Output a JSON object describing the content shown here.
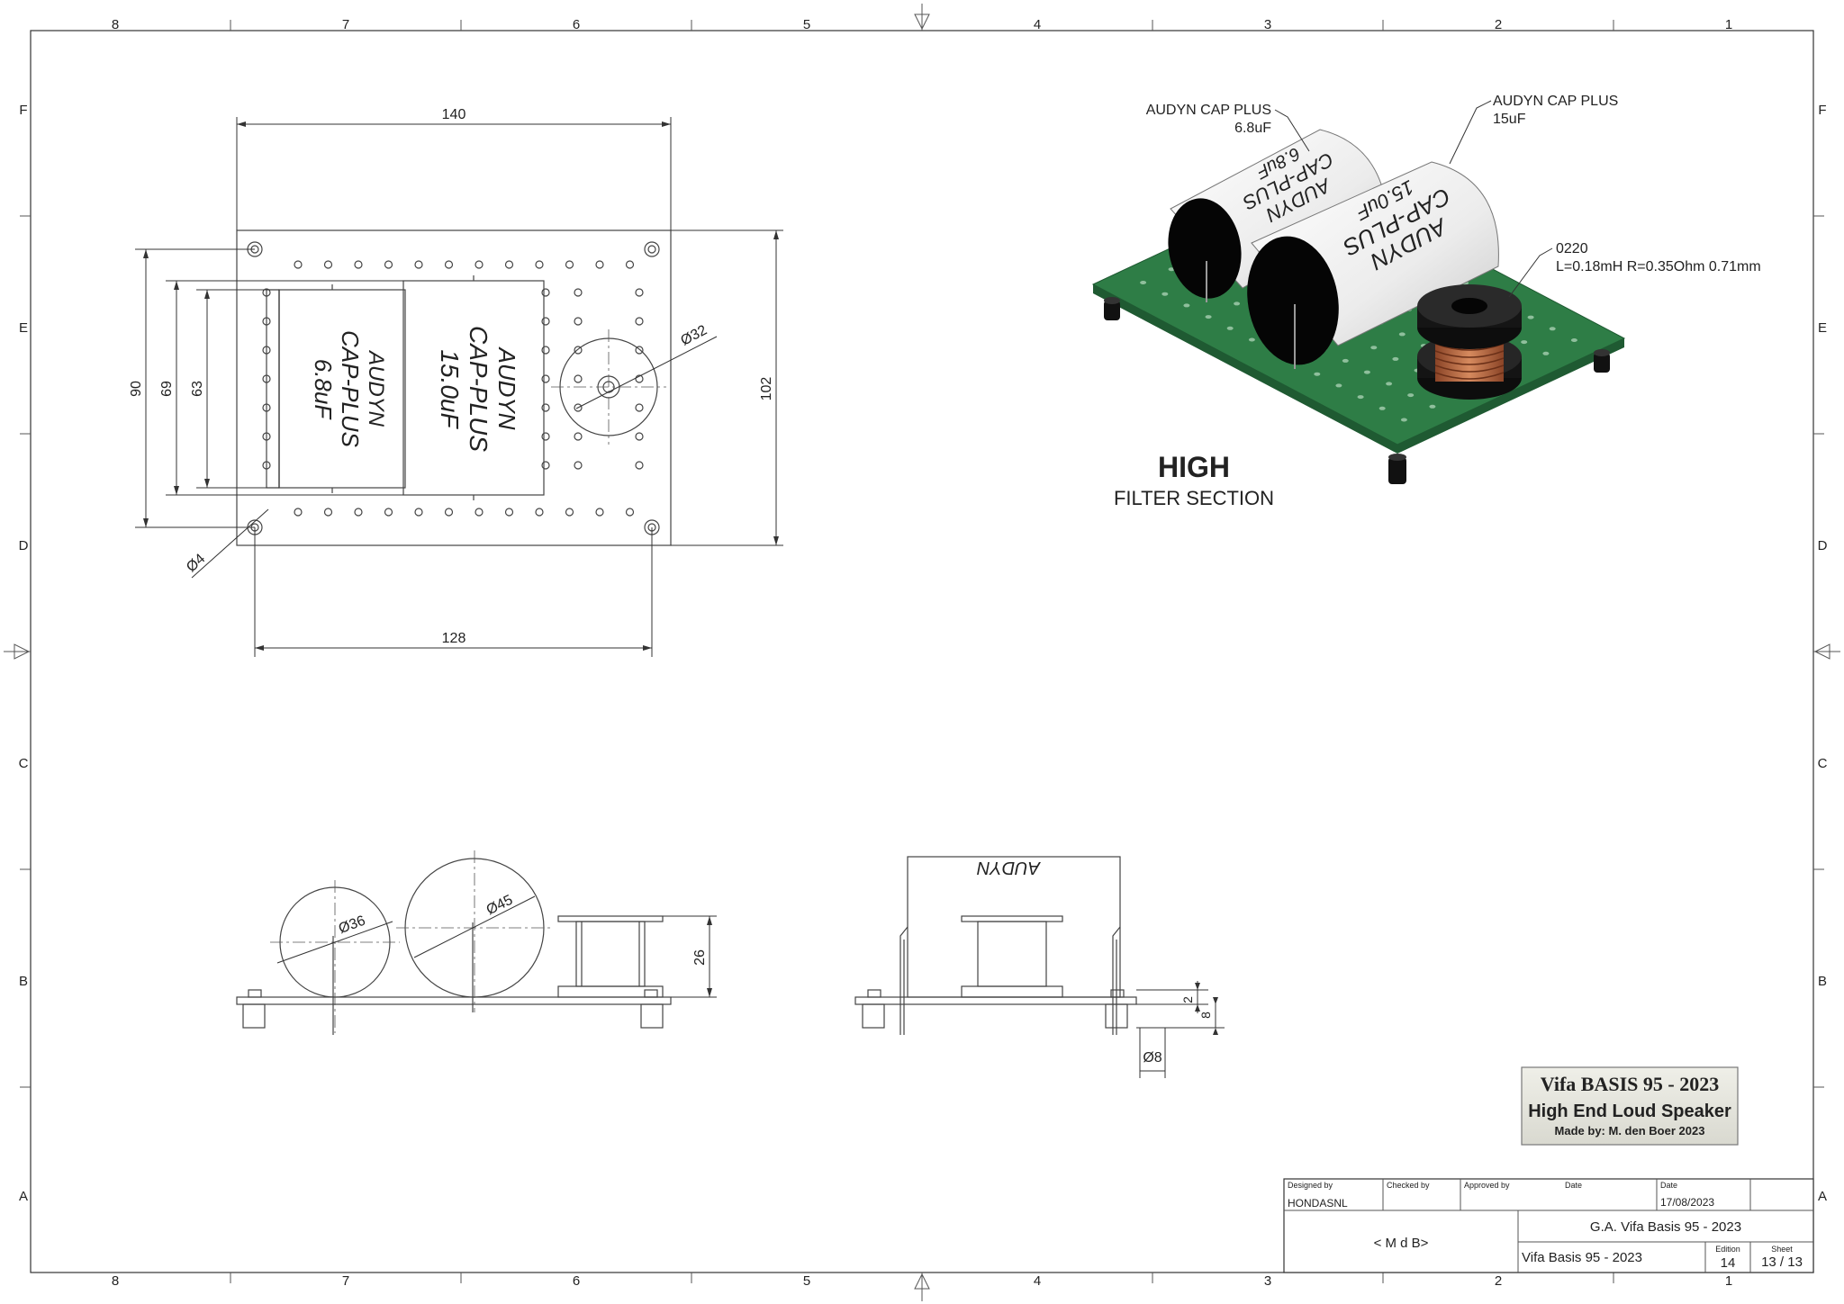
{
  "frame": {
    "columns_top": [
      "8",
      "7",
      "6",
      "5",
      "4",
      "3",
      "2",
      "1"
    ],
    "columns_bottom": [
      "8",
      "7",
      "6",
      "5",
      "4",
      "3",
      "2",
      "1"
    ],
    "rows_left": [
      "F",
      "E",
      "D",
      "C",
      "B",
      "A"
    ],
    "rows_right": [
      "F",
      "E",
      "D",
      "C",
      "B",
      "A"
    ]
  },
  "top_view": {
    "dims": {
      "width_top": "140",
      "width_bottom": "128",
      "h90": "90",
      "h69": "69",
      "h63": "63",
      "h102": "102",
      "hole": "Ø4",
      "coil": "Ø32"
    },
    "cap_small_label": [
      "AUDYN",
      "CAP-PLUS",
      "6.8uF"
    ],
    "cap_large_label": [
      "AUDYN",
      "CAP-PLUS",
      "15.0uF"
    ]
  },
  "side_view": {
    "dims": {
      "d36": "Ø36",
      "d45": "Ø45",
      "h26": "26"
    }
  },
  "end_view": {
    "dims": {
      "d2": "2",
      "d8": "8",
      "phi8": "Ø8"
    },
    "cap_text": "AUDYN"
  },
  "iso_view": {
    "callout_small": [
      "AUDYN CAP PLUS",
      "6.8uF"
    ],
    "callout_large": [
      "AUDYN CAP PLUS",
      "15uF"
    ],
    "callout_coil": [
      "0220",
      "L=0.18mH R=0.35Ohm 0.71mm"
    ],
    "cap_small_text": [
      "AUDYN",
      "CAP-PLUS",
      "6.8uF"
    ],
    "cap_large_text": [
      "AUDYN",
      "CAP-PLUS",
      "15.0uF"
    ],
    "heading": "HIGH",
    "subheading": "FILTER SECTION",
    "colors": {
      "pcb": "#2e7d46",
      "pcb_dark": "#1f5a32",
      "cap_body": "#f2f2f2",
      "coil": "#b5623b",
      "bobbin": "#1a1a1a"
    }
  },
  "title_plate": {
    "line1": "Vifa BASIS 95 - 2023",
    "line2": "High End Loud Speaker",
    "line3": "Made by: M. den Boer 2023"
  },
  "title_block": {
    "designed_by_label": "Designed by",
    "designed_by": "HONDASNL",
    "checked_by_label": "Checked by",
    "approved_by_label": "Approved by",
    "date_label_1": "Date",
    "date_label_2": "Date",
    "date": "17/08/2023",
    "initials": "< M d B>",
    "title": "G.A. Vifa Basis 95 - 2023",
    "subtitle": "Vifa Basis 95 - 2023",
    "edition_label": "Edition",
    "edition": "14",
    "sheet_label": "Sheet",
    "sheet": "13 / 13"
  }
}
